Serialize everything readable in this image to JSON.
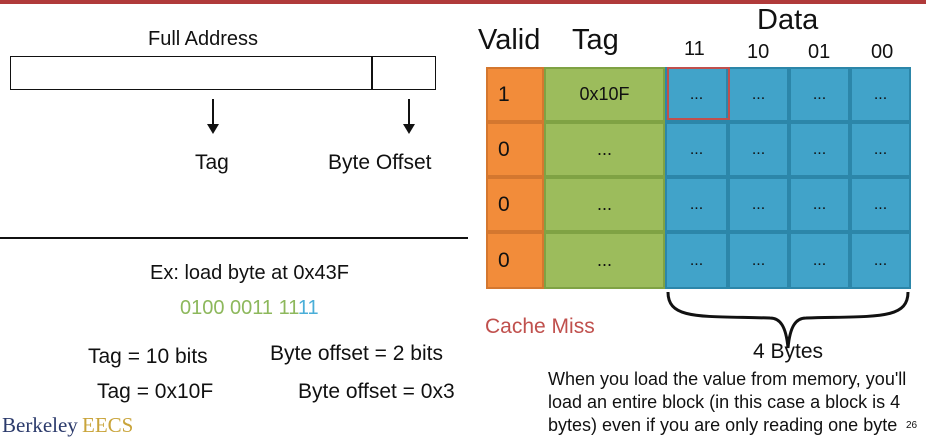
{
  "left": {
    "full_address_label": "Full Address",
    "tag_label": "Tag",
    "offset_label": "Byte Offset",
    "example_label": "Ex: load byte at 0x43F",
    "bits_main": "0100 0011 11",
    "bits_offset": "11",
    "tag_bits": "Tag = 10 bits",
    "offset_bits": "Byte offset = 2 bits",
    "tag_value": "Tag = 0x10F",
    "offset_value": "Byte offset = 0x3",
    "logo_part1": "Berkeley",
    "logo_part2": "EECS"
  },
  "table": {
    "header_valid": "Valid",
    "header_tag": "Tag",
    "header_data": "Data",
    "data_indices": [
      "11",
      "10",
      "01",
      "00"
    ],
    "rows": [
      {
        "valid": "1",
        "tag": "0x10F",
        "data": [
          "...",
          "...",
          "...",
          "..."
        ]
      },
      {
        "valid": "0",
        "tag": "...",
        "data": [
          "...",
          "...",
          "...",
          "..."
        ]
      },
      {
        "valid": "0",
        "tag": "...",
        "data": [
          "...",
          "...",
          "...",
          "..."
        ]
      },
      {
        "valid": "0",
        "tag": "...",
        "data": [
          "...",
          "...",
          "...",
          "..."
        ]
      }
    ]
  },
  "cache_miss": "Cache Miss",
  "bytes_label": "4 Bytes",
  "note": "When you load the value from memory, you'll load an entire block (in this case a block is 4 bytes) even if you are only reading one byte",
  "slide_number": "26",
  "colors": {
    "valid": "#f28c3a",
    "tag": "#9cbc5c",
    "data": "#41a3c9",
    "miss": "#c0504d",
    "bits_green": "#8db85c",
    "bits_blue": "#4aaed8"
  }
}
